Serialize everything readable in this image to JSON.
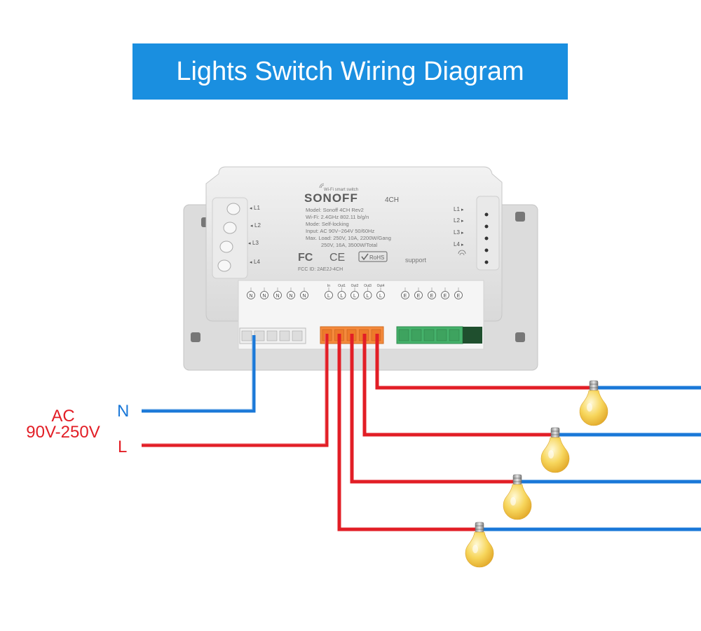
{
  "title": "Lights Switch Wiring Diagram",
  "colors": {
    "banner": "#1a8fe0",
    "live_wire": "#e21e26",
    "neutral_wire": "#1a78d8",
    "bulb": "#f4c542"
  },
  "power": {
    "ac_label": "AC",
    "voltage": "90V-250V",
    "neutral": "N",
    "live": "L"
  },
  "device": {
    "brand": "SONOFF",
    "model_tag": "4CH",
    "subtitle": "Wi-Fi smart switch",
    "specs": [
      "Model: Sonoff 4CH Rev2",
      "Wi-Fi: 2.4GHz 802.11 b/g/n",
      "Mode: Self-locking",
      "Input: AC 90V~264V 50/60Hz",
      "Max. Load: 250V, 10A, 2200W/Gang",
      "250V, 16A, 3500W/Total"
    ],
    "fcc_id": "FCC ID: 2AE2J-4CH",
    "cert_marks": [
      "FC",
      "CE",
      "RoHS"
    ],
    "support": "support",
    "left_channels": [
      "L1",
      "L2",
      "L3",
      "L4"
    ],
    "right_channels": [
      "L1",
      "L2",
      "L3",
      "L4"
    ],
    "n_terminals": [
      "N",
      "N",
      "N",
      "N",
      "N"
    ],
    "l_headers": [
      "In",
      "Out1",
      "Out2",
      "Out3",
      "Out4"
    ],
    "l_terminals": [
      "L",
      "L",
      "L",
      "L",
      "L"
    ],
    "e_terminals": [
      "E",
      "E",
      "E",
      "E",
      "E"
    ]
  }
}
